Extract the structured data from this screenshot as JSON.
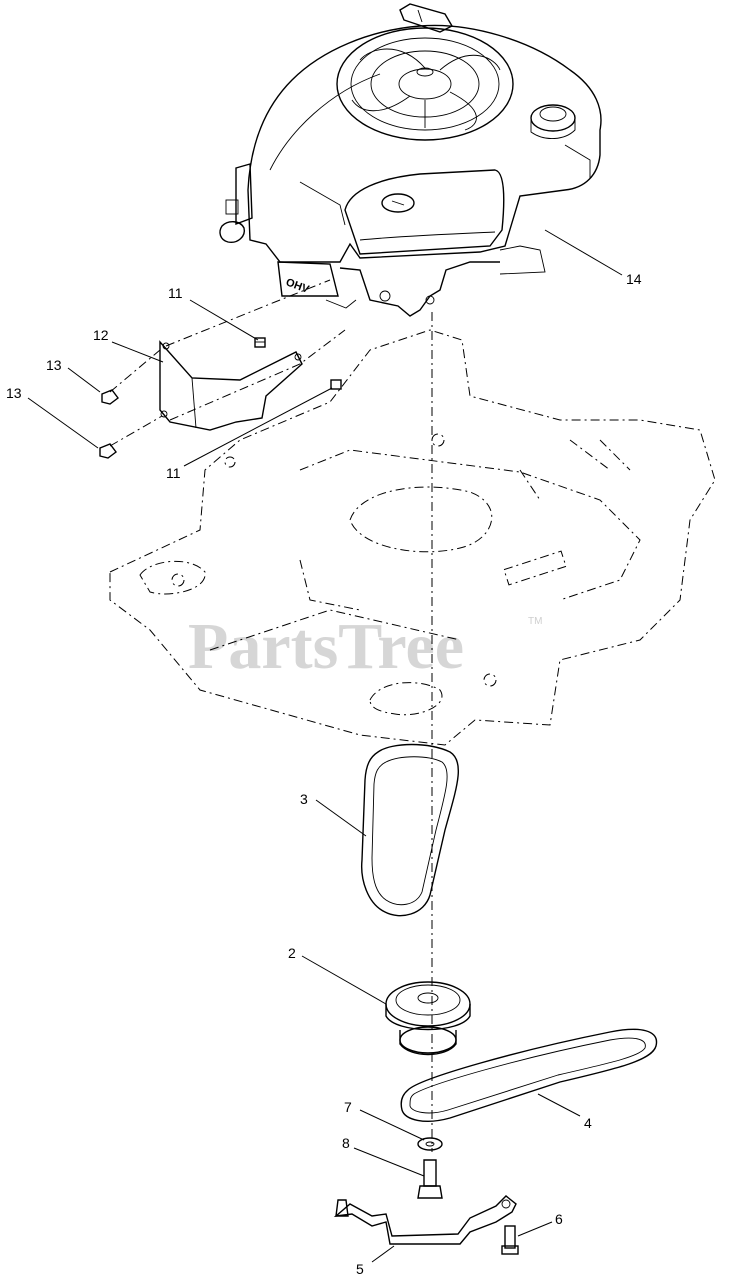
{
  "watermark": {
    "text": "PartsTree",
    "trademark": "TM"
  },
  "engine_badge": "OHV",
  "callouts": [
    {
      "id": "c14",
      "label": "14"
    },
    {
      "id": "c11a",
      "label": "11"
    },
    {
      "id": "c12",
      "label": "12"
    },
    {
      "id": "c13a",
      "label": "13"
    },
    {
      "id": "c13b",
      "label": "13"
    },
    {
      "id": "c11b",
      "label": "11"
    },
    {
      "id": "c3",
      "label": "3"
    },
    {
      "id": "c2",
      "label": "2"
    },
    {
      "id": "c4",
      "label": "4"
    },
    {
      "id": "c7",
      "label": "7"
    },
    {
      "id": "c8",
      "label": "8"
    },
    {
      "id": "c6",
      "label": "6"
    },
    {
      "id": "c5",
      "label": "5"
    }
  ]
}
